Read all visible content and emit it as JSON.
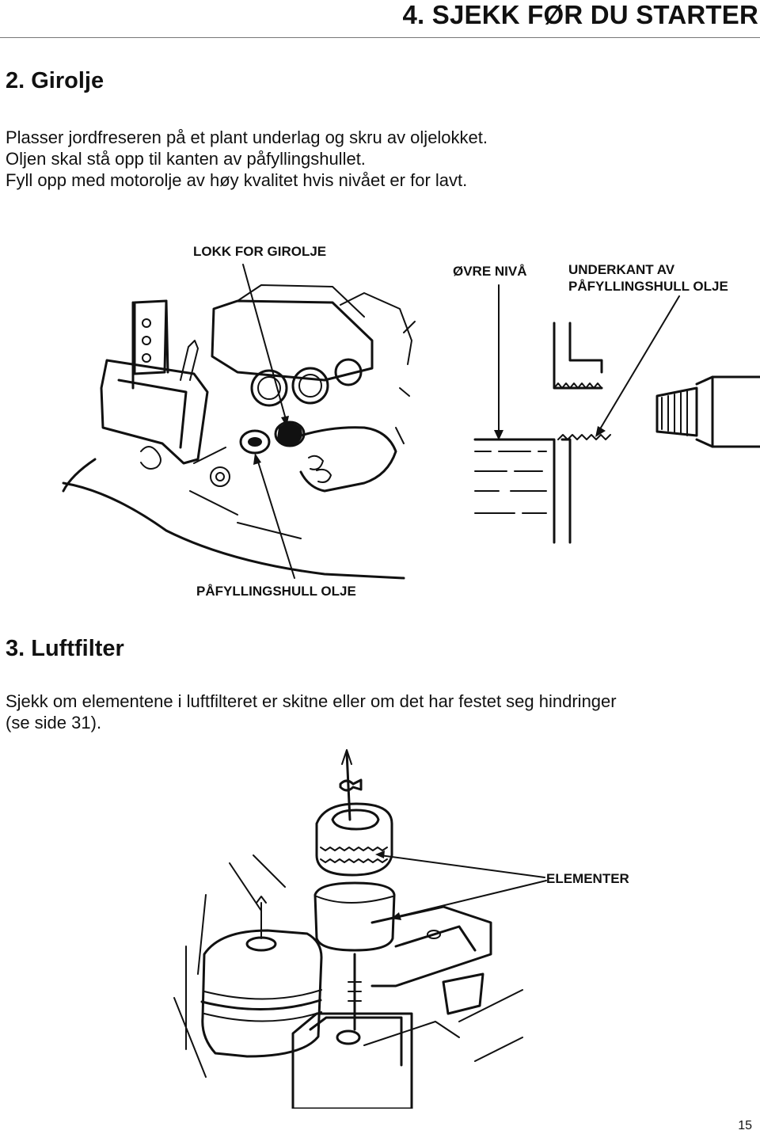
{
  "header": {
    "title": "4. SJEKK FØR DU STARTER"
  },
  "section_oil": {
    "heading": "2. Girolje",
    "lines": [
      "Plasser jordfreseren på et plant underlag og skru av oljelokket.",
      "Oljen skal stå opp til kanten av påfyllingshullet.",
      "Fyll opp med motorolje av høy kvalitet hvis nivået er for lavt."
    ],
    "figure_labels": {
      "cap": "LOKK FOR GIROLJE",
      "upper_level": "ØVRE NIVÅ",
      "lower_edge_line1": "UNDERKANT AV",
      "lower_edge_line2": "PÅFYLLINGSHULL OLJE",
      "fill_hole": "PÅFYLLINGSHULL OLJE"
    }
  },
  "section_air": {
    "heading": "3. Luftfilter",
    "lines": [
      "Sjekk om elementene i luftfilteret er skitne eller om det har festet seg hindringer",
      "(se side 31)."
    ],
    "figure_labels": {
      "elements": "ELEMENTER"
    }
  },
  "footer": {
    "page_number": "15"
  }
}
